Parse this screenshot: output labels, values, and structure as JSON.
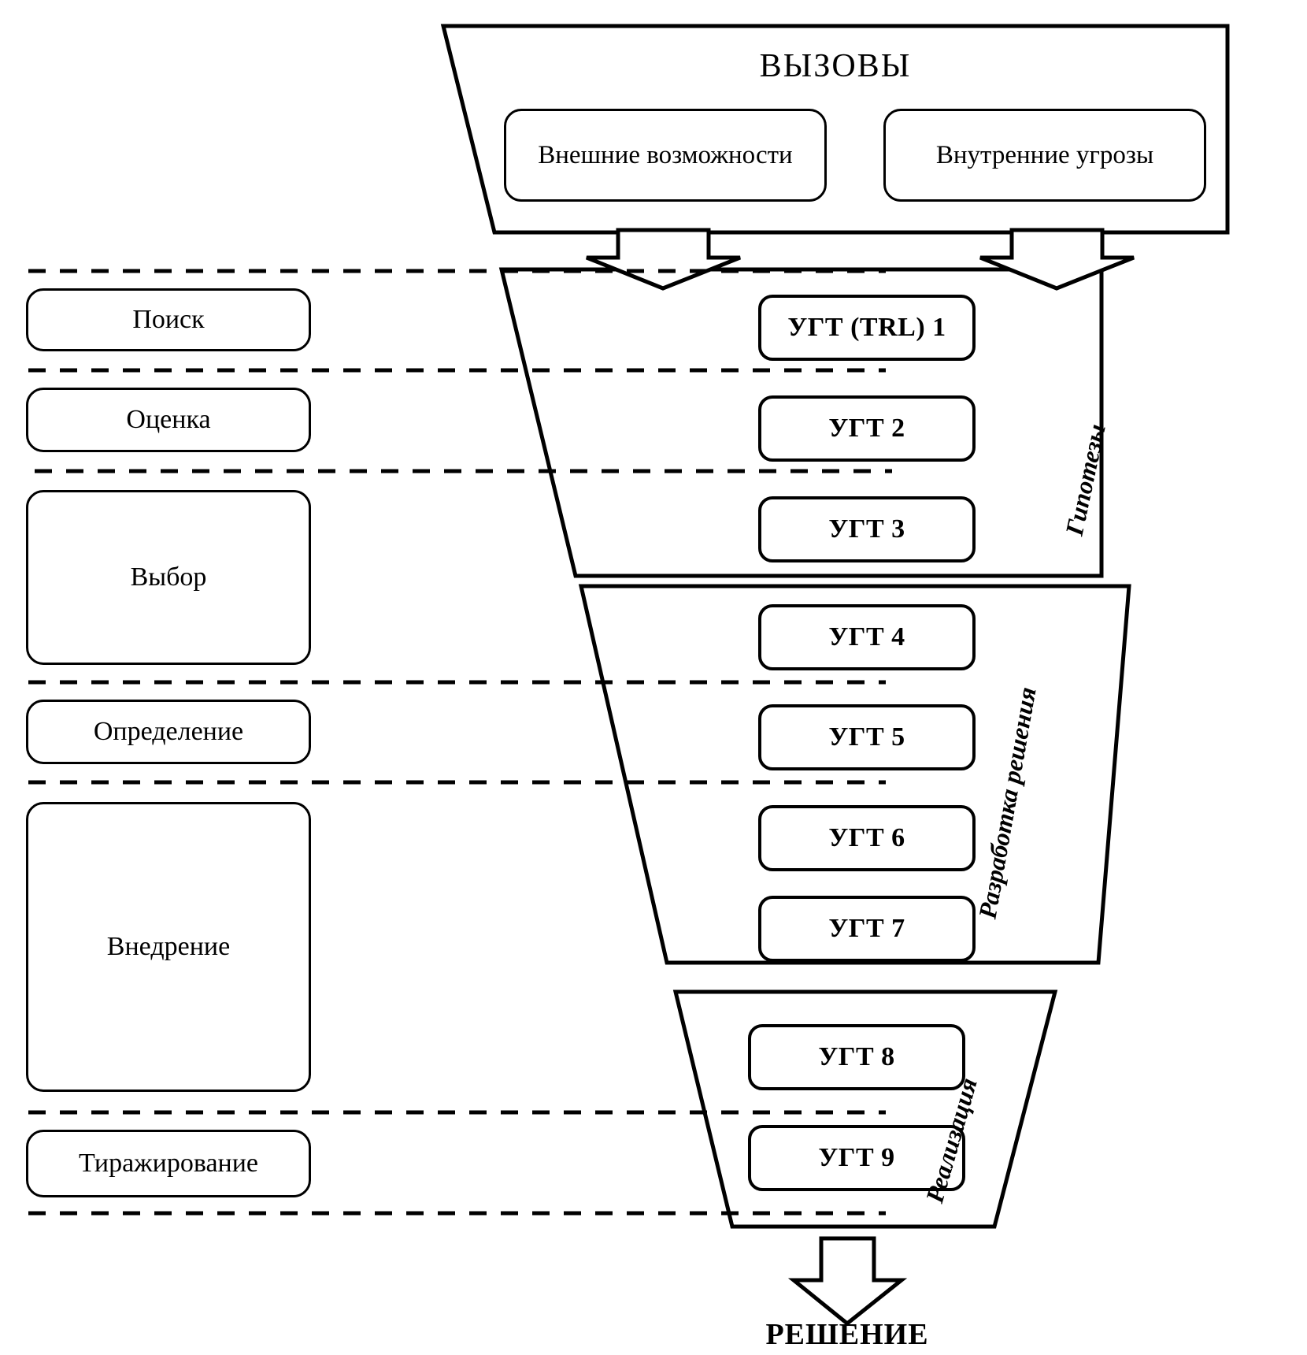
{
  "diagram": {
    "title": "ВЫЗОВЫ",
    "outcome_label": "РЕШЕНИЕ"
  },
  "challenges": [
    {
      "id": "external-opportunities",
      "label": "Внешние возможности"
    },
    {
      "id": "internal-threats",
      "label": "Внутренние угрозы"
    }
  ],
  "stages": [
    {
      "id": "search",
      "label": "Поиск"
    },
    {
      "id": "assessment",
      "label": "Оценка"
    },
    {
      "id": "selection",
      "label": "Выбор"
    },
    {
      "id": "definition",
      "label": "Определение"
    },
    {
      "id": "implementation",
      "label": "Внедрение"
    },
    {
      "id": "replication",
      "label": "Тиражирование"
    }
  ],
  "trl_levels": [
    {
      "id": "trl-1",
      "label": "УГТ (TRL) 1"
    },
    {
      "id": "trl-2",
      "label": "УГТ 2"
    },
    {
      "id": "trl-3",
      "label": "УГТ 3"
    },
    {
      "id": "trl-4",
      "label": "УГТ 4"
    },
    {
      "id": "trl-5",
      "label": "УГТ 5"
    },
    {
      "id": "trl-6",
      "label": "УГТ 6"
    },
    {
      "id": "trl-7",
      "label": "УГТ 7"
    },
    {
      "id": "trl-8",
      "label": "УГТ 8"
    },
    {
      "id": "trl-9",
      "label": "УГТ 9"
    }
  ],
  "phases": [
    {
      "id": "hypotheses",
      "label": "Гипотезы"
    },
    {
      "id": "solution-development",
      "label": "Разработка решения"
    },
    {
      "id": "realization",
      "label": "Реализация"
    }
  ],
  "colors": {
    "stroke": "#000000",
    "fill": "#ffffff"
  }
}
